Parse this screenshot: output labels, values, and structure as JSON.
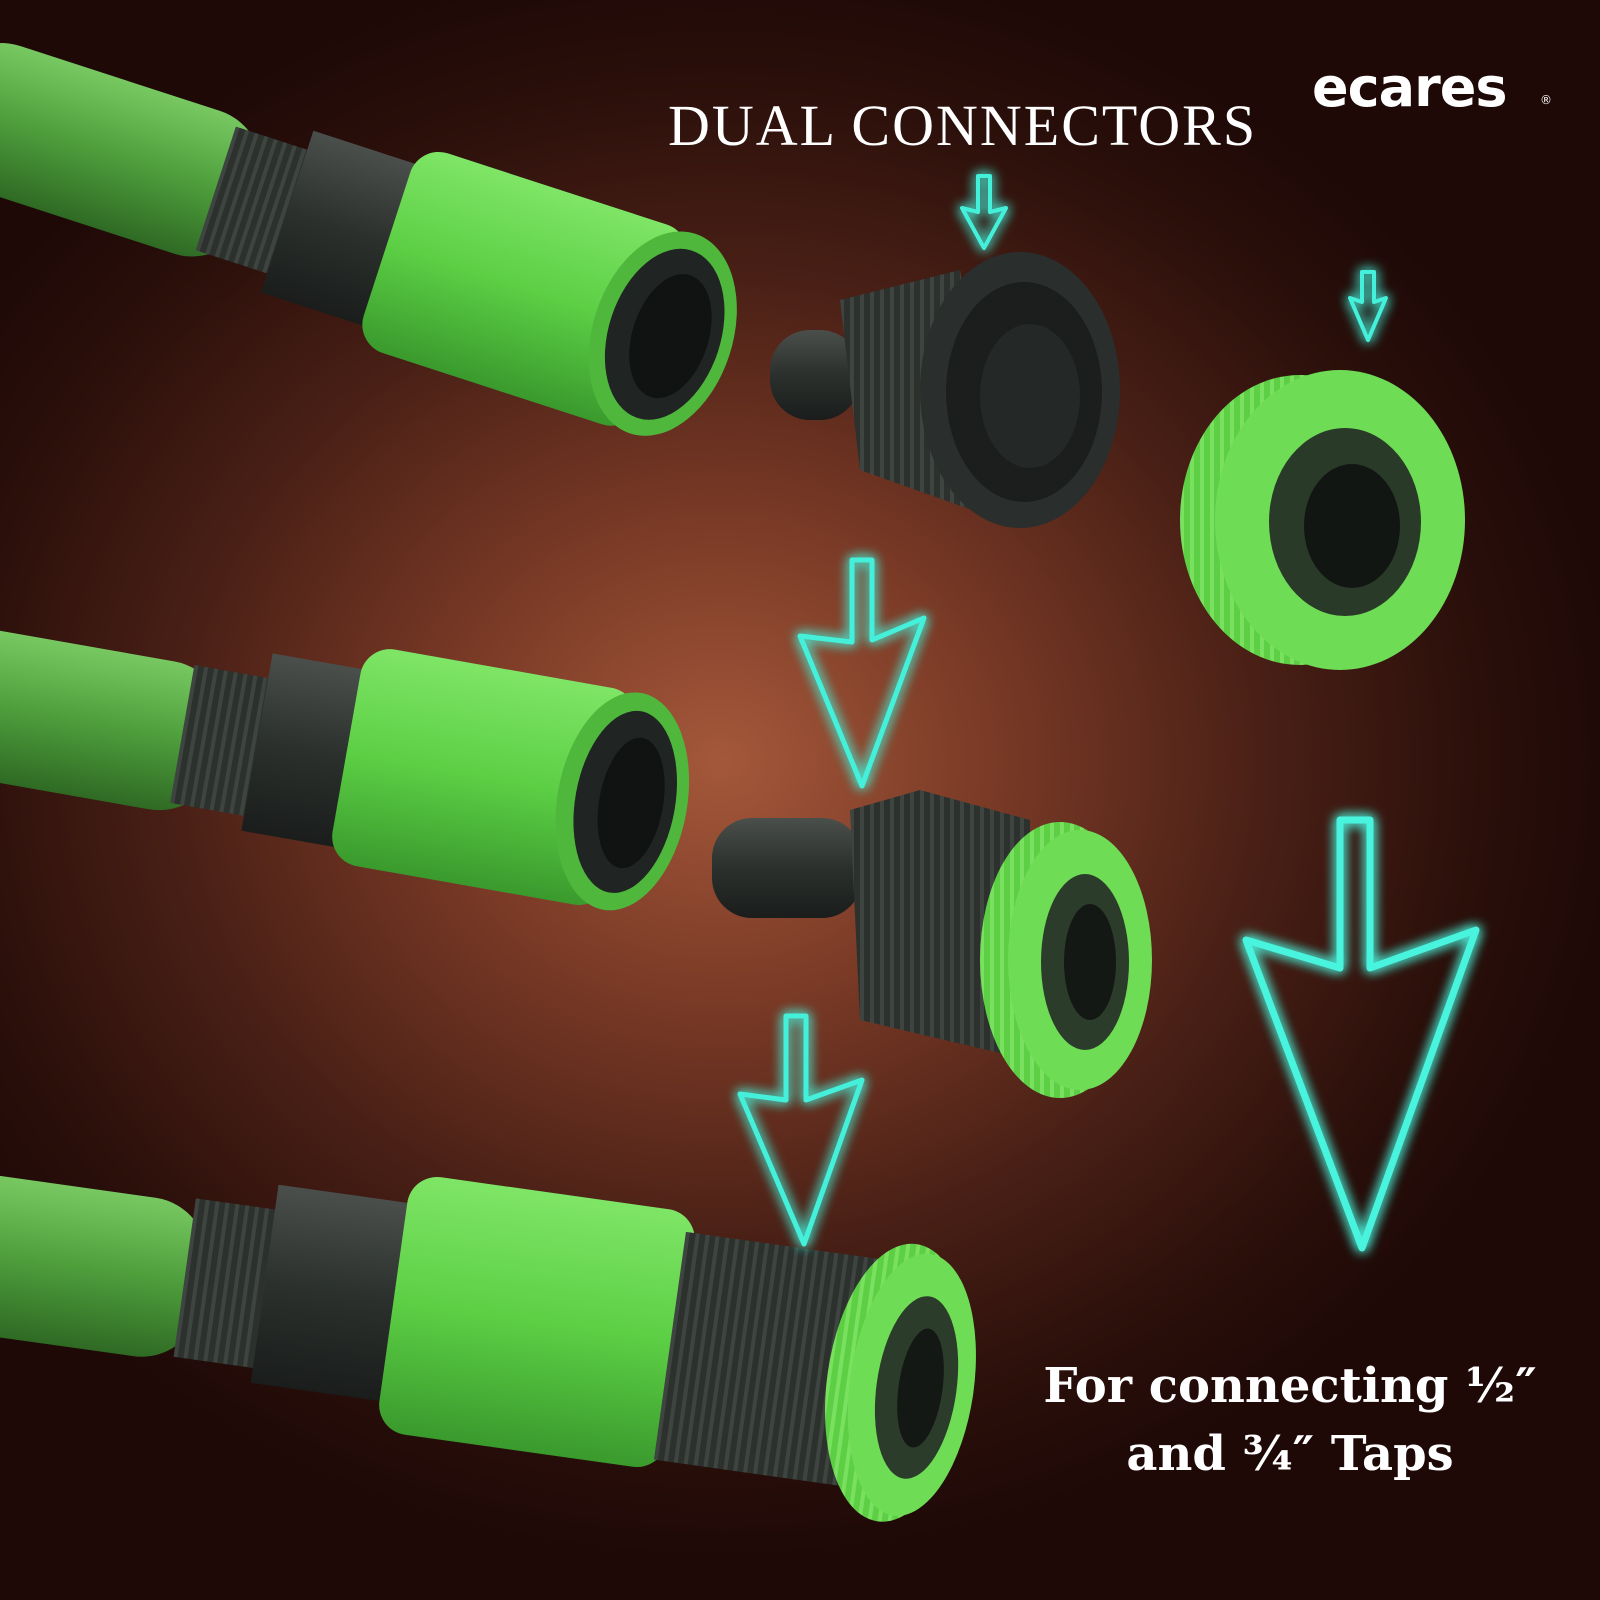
{
  "headline": "DUAL CONNECTORS",
  "brand": {
    "name": "ecares",
    "mark": "®"
  },
  "caption": {
    "line1": "For connecting ½″",
    "line2": "and ¾″ Taps"
  },
  "colors": {
    "hose_green": "#5fc14a",
    "connector_green": "#62d14e",
    "connector_black": "#2b2f2d",
    "arrow_glow": "#3ce8d4",
    "text": "#ffffff"
  },
  "icons": [
    "down-arrow-icon"
  ]
}
